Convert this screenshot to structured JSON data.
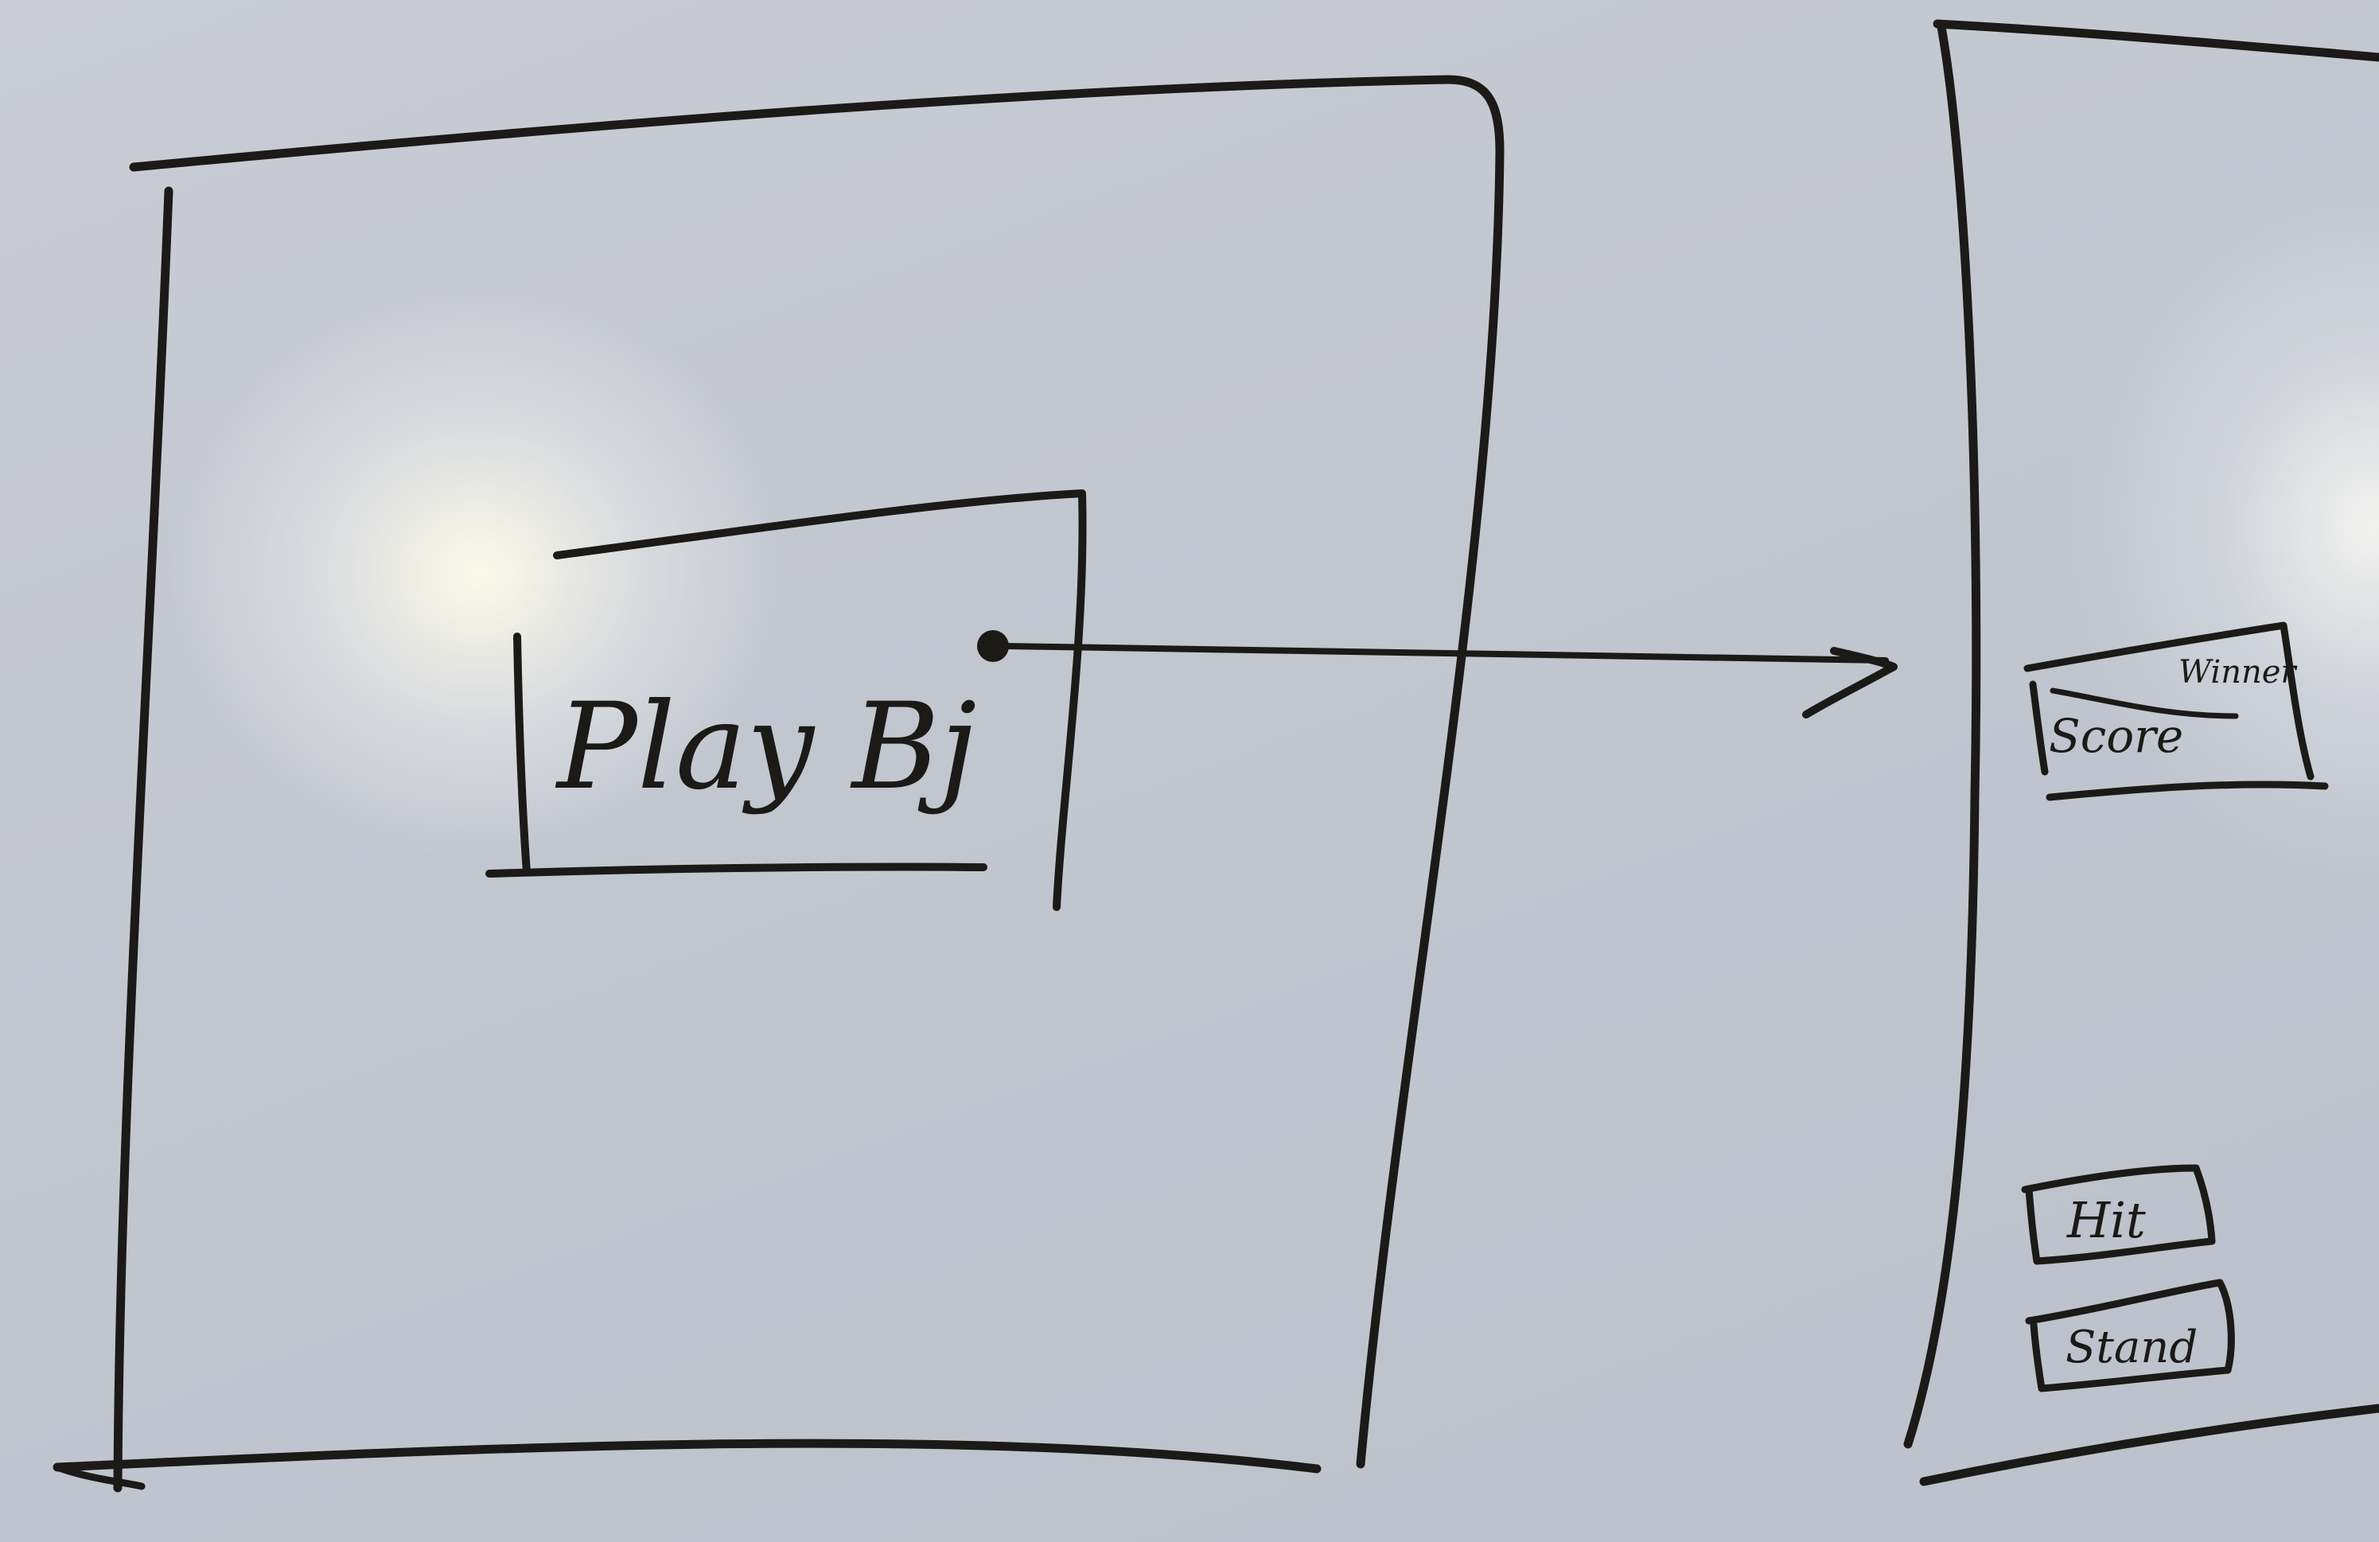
{
  "screen_1": {
    "play_button": {
      "label": "Play Bj"
    }
  },
  "screen_2": {
    "score_panel": {
      "label": "Score",
      "annotation": "Winner"
    },
    "hit_button": {
      "label": "Hit"
    },
    "stand_button": {
      "label": "Stand"
    }
  },
  "colors": {
    "ink": "#1b1a17",
    "whiteboard": "#c4c8d0"
  }
}
